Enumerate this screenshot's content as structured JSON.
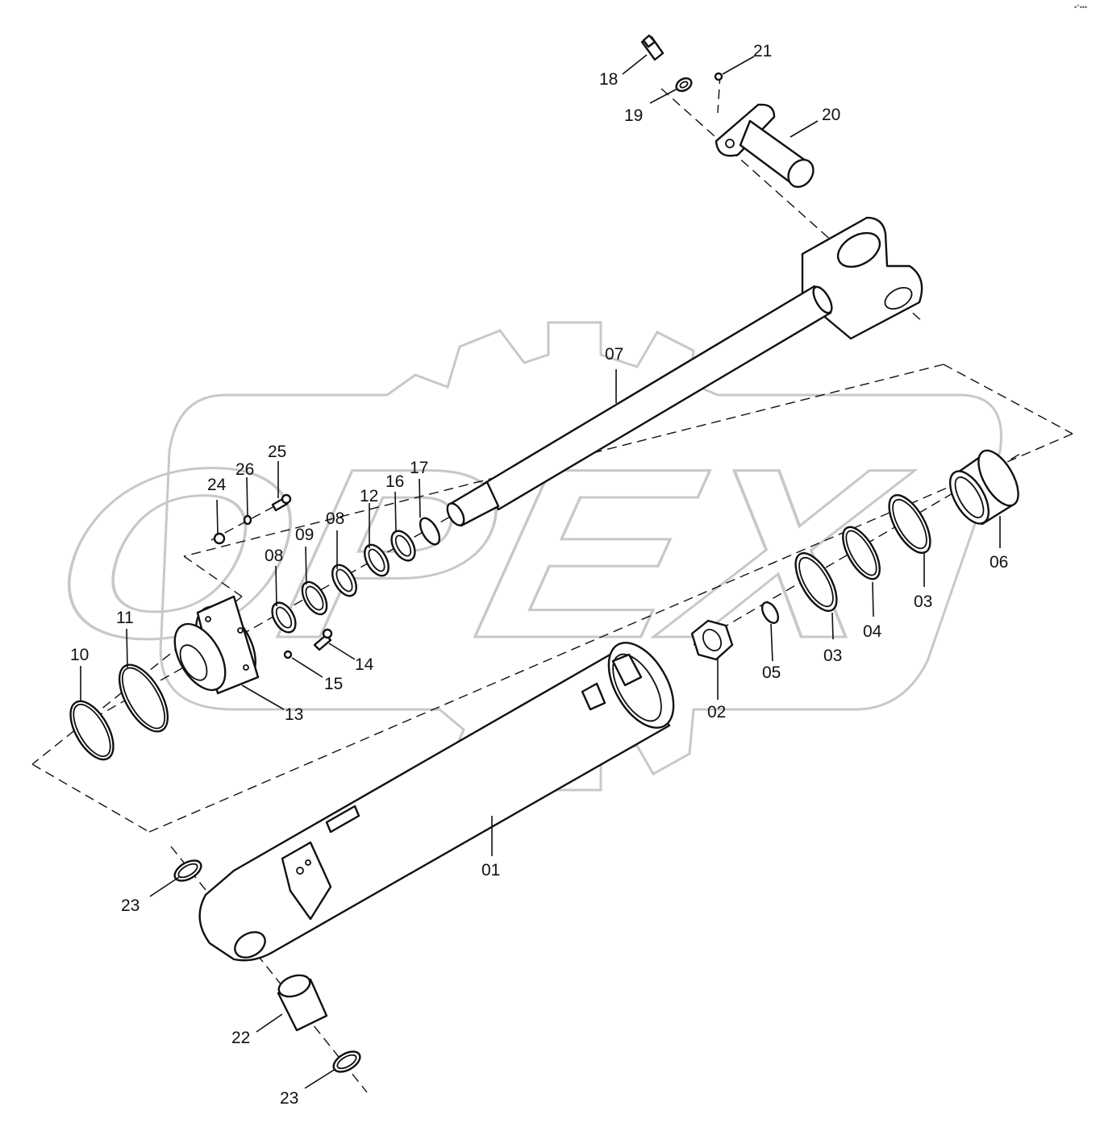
{
  "watermark": {
    "text": "OPEX"
  },
  "corner_mark": "•°•••",
  "labels": {
    "p01": "01",
    "p02": "02",
    "p03a": "03",
    "p03b": "03",
    "p04": "04",
    "p05": "05",
    "p06": "06",
    "p07": "07",
    "p08a": "08",
    "p08b": "08",
    "p09": "09",
    "p10": "10",
    "p11": "11",
    "p12": "12",
    "p13": "13",
    "p14": "14",
    "p15": "15",
    "p16": "16",
    "p17": "17",
    "p18": "18",
    "p19": "19",
    "p20": "20",
    "p21": "21",
    "p22": "22",
    "p23a": "23",
    "p23b": "23",
    "p24": "24",
    "p25": "25",
    "p26": "26"
  }
}
